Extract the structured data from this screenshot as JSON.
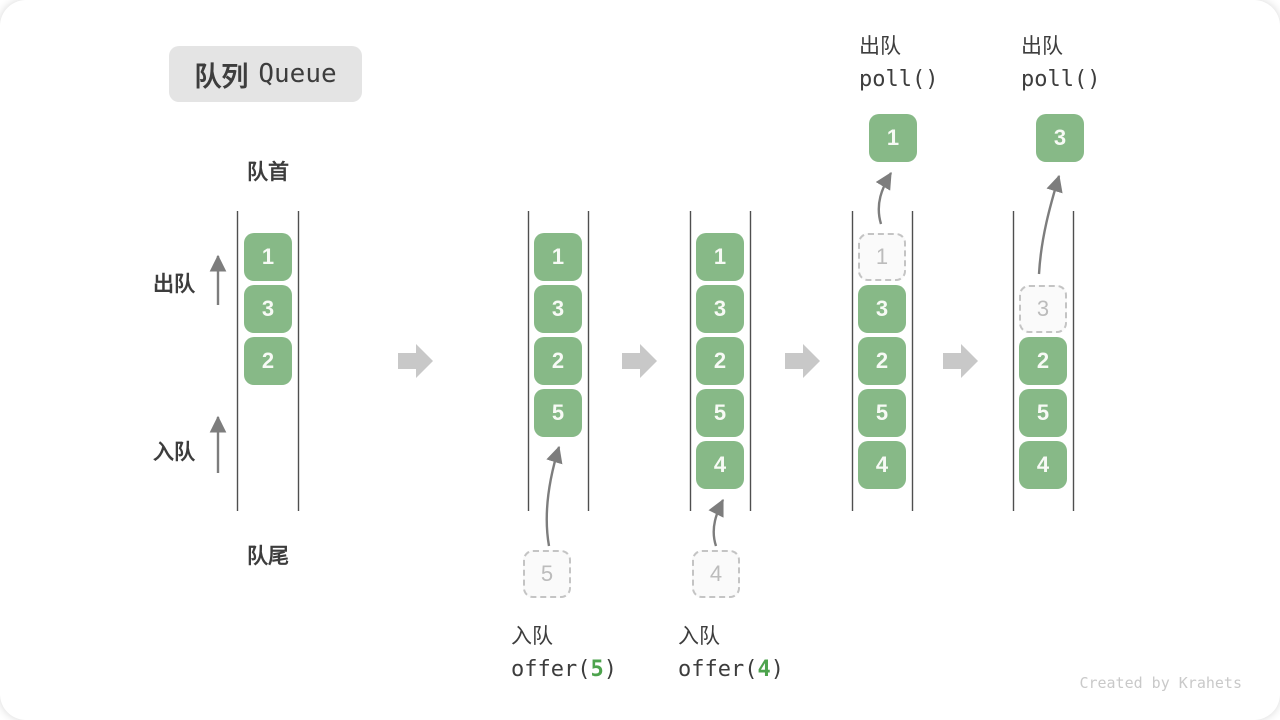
{
  "title": {
    "zh": "队列",
    "en": "Queue"
  },
  "side_labels": {
    "front": "队首",
    "rear": "队尾",
    "dequeue": "出队",
    "enqueue": "入队"
  },
  "columns": [
    {
      "cells": [
        "1",
        "3",
        "2"
      ]
    },
    {
      "cells": [
        "1",
        "3",
        "2",
        "5"
      ],
      "pending": "5",
      "op_action": "入队",
      "op_fn": "offer(",
      "op_arg": "5",
      "op_close": ")"
    },
    {
      "cells": [
        "1",
        "3",
        "2",
        "5",
        "4"
      ],
      "pending": "4",
      "op_action": "入队",
      "op_fn": "offer(",
      "op_arg": "4",
      "op_close": ")"
    },
    {
      "ghost": "1",
      "cells": [
        "3",
        "2",
        "5",
        "4"
      ],
      "popped": "1",
      "op_action": "出队",
      "op_code": "poll()"
    },
    {
      "ghost": "3",
      "cells": [
        "2",
        "5",
        "4"
      ],
      "popped": "3",
      "op_action": "出队",
      "op_code": "poll()"
    }
  ],
  "watermark": "Created by Krahets",
  "colors": {
    "green": "#87b987",
    "code-green": "#4da34d",
    "ink": "#3d3d3d",
    "block-arrow": "#c8c8c8",
    "ghost-border": "#c4c4c4",
    "title-bg": "#e4e4e4",
    "watermark": "#c9c9c9"
  }
}
